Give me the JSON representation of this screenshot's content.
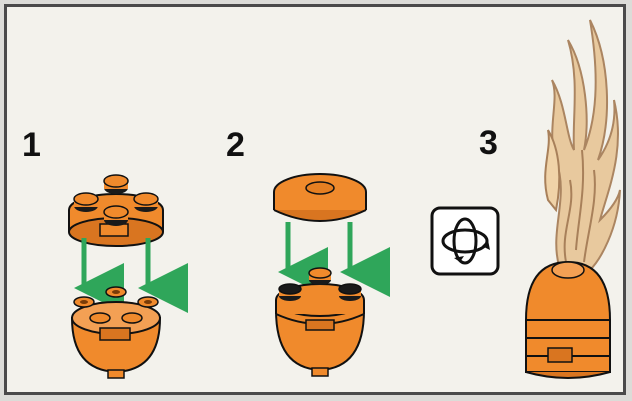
{
  "steps": [
    {
      "number": "1"
    },
    {
      "number": "2"
    },
    {
      "number": "3"
    }
  ],
  "icons": {
    "rotate": "rotate-model-icon",
    "arrow": "green-down-arrow"
  },
  "colors": {
    "brick_orange": "#f08a2c",
    "brick_orange_dark": "#c96a18",
    "stud_black": "#1a1a1a",
    "arrow_green": "#2fa65a",
    "flame_tan": "#e8c79a",
    "flame_edge": "#a8805a",
    "panel_bg": "#f3f2ec",
    "frame": "#4a4a4a"
  }
}
